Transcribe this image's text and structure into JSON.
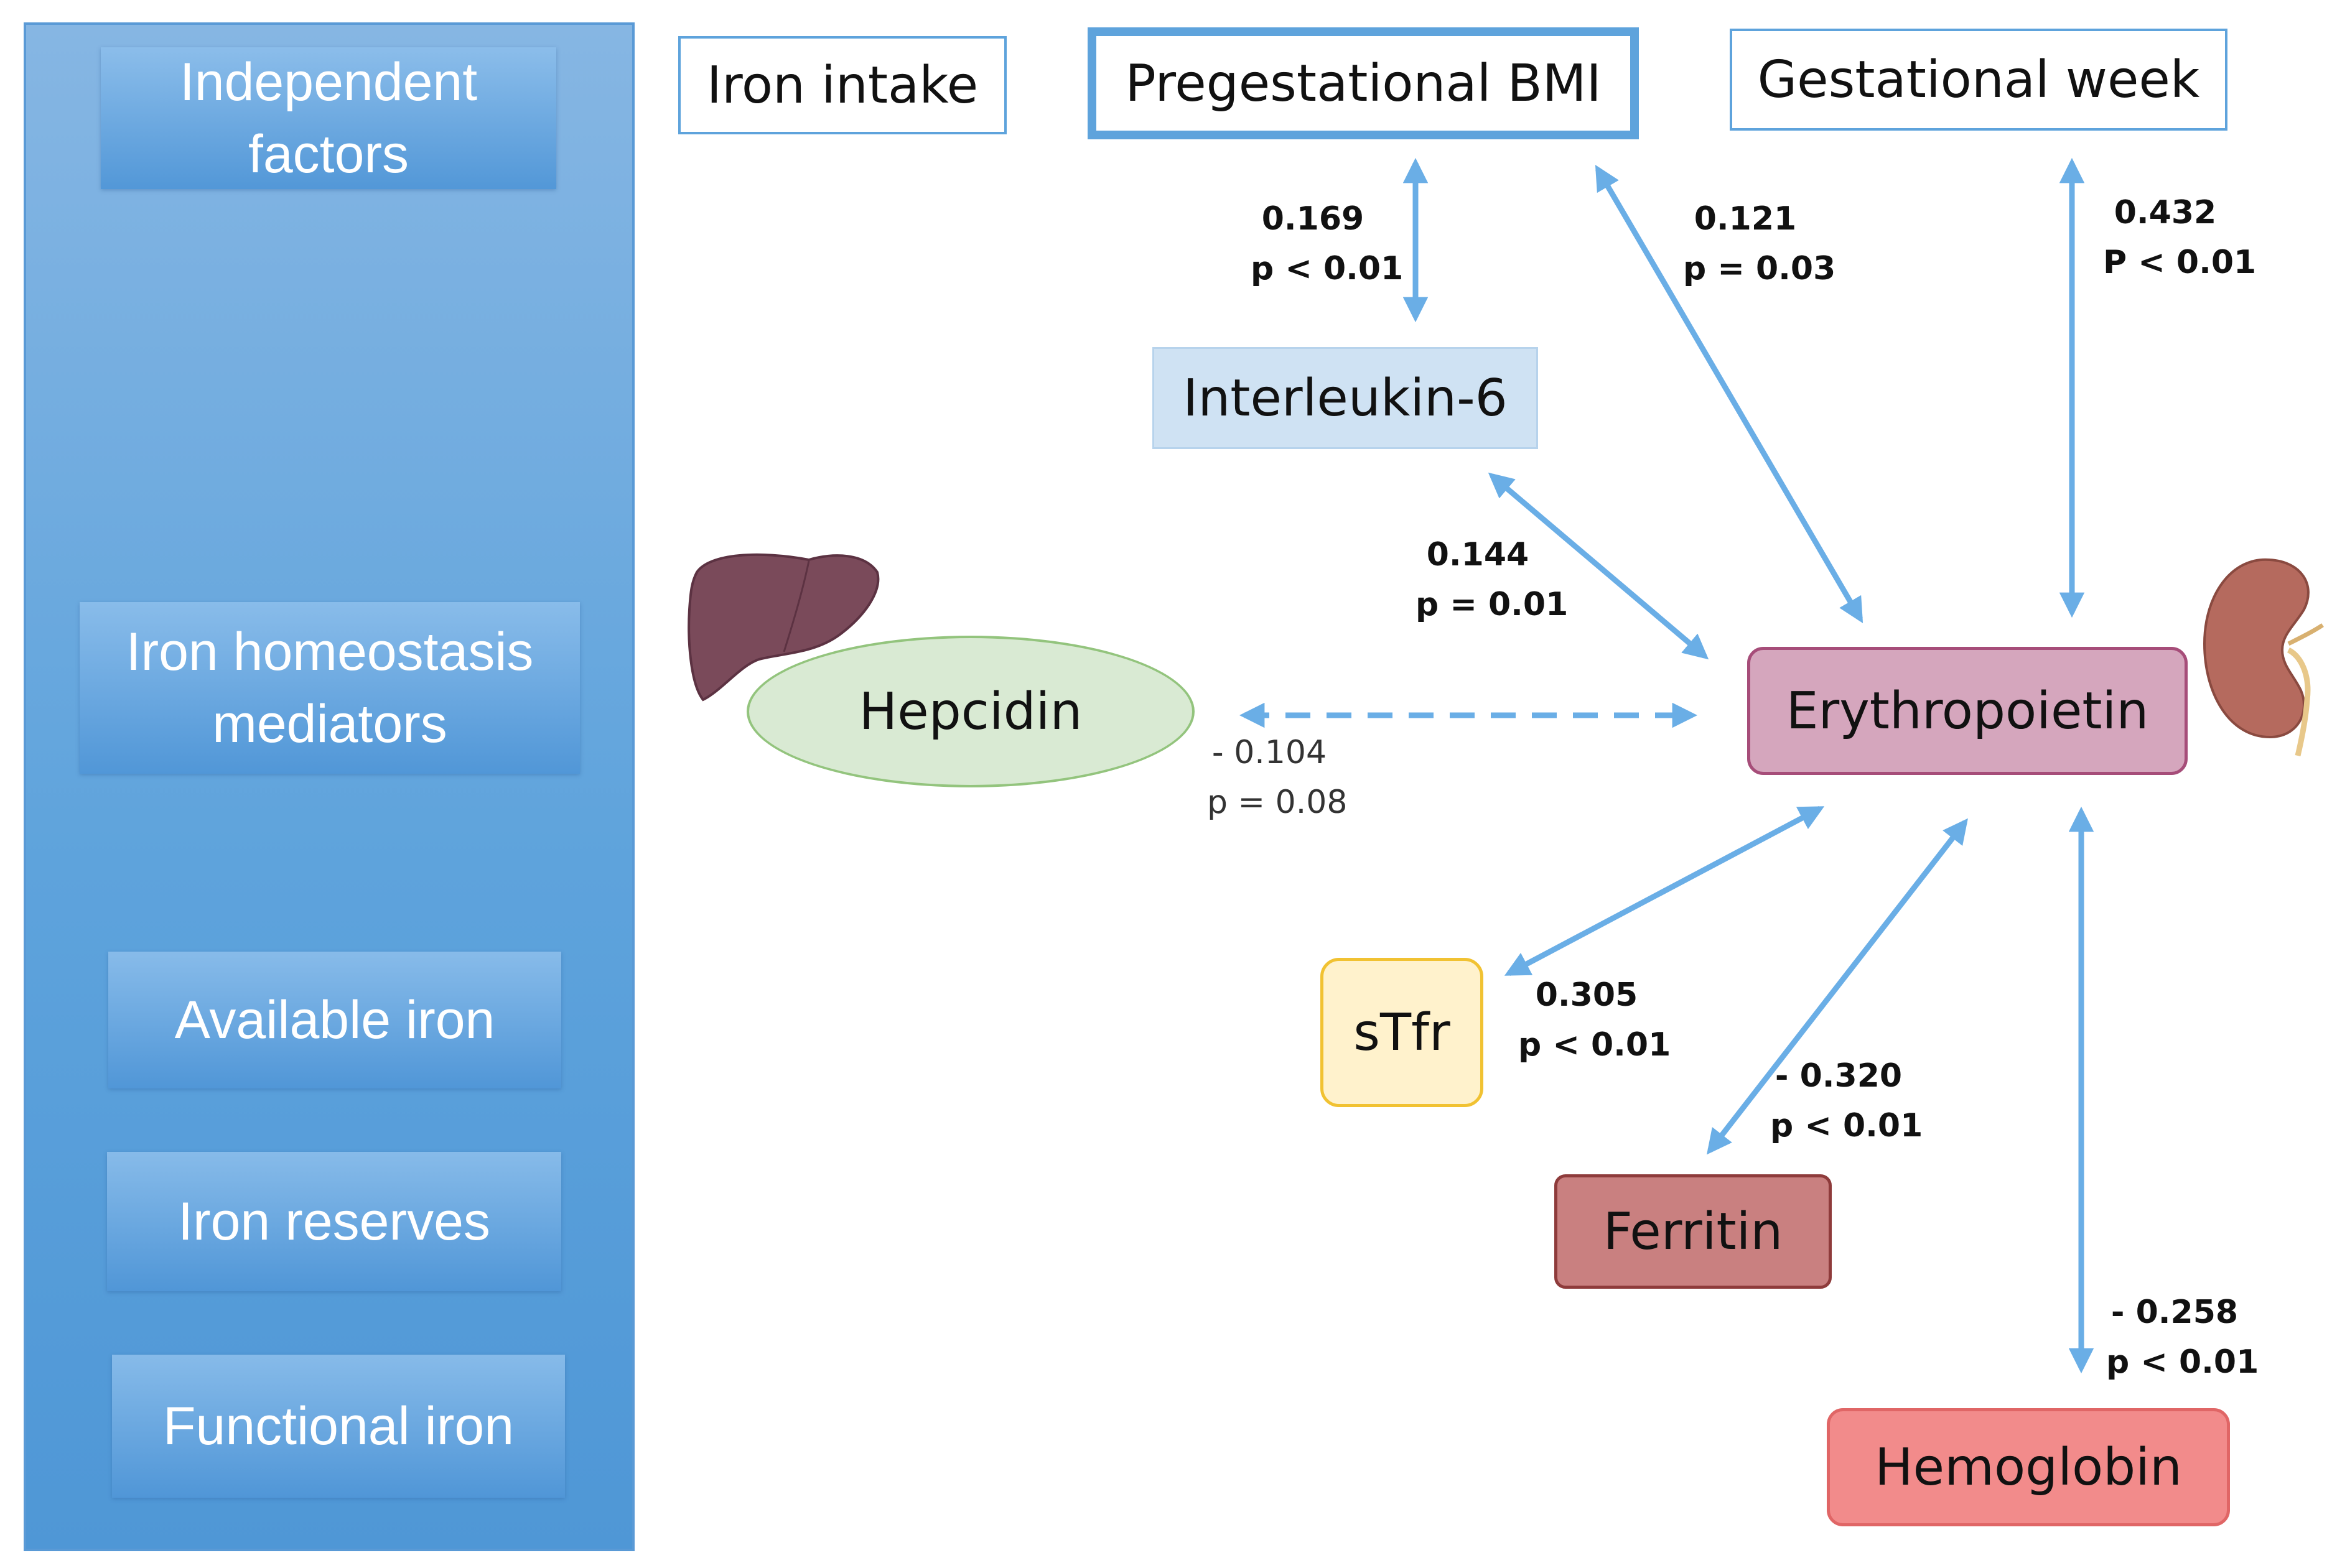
{
  "categories": {
    "independent_factors": "Independent factors",
    "iron_homeostasis_mediators": "Iron homeostasis mediators",
    "available_iron": "Available iron",
    "iron_reserves": "Iron reserves",
    "functional_iron": "Functional iron"
  },
  "nodes": {
    "iron_intake": "Iron intake",
    "pregestational_bmi": "Pregestational BMI",
    "gestational_week": "Gestational week",
    "interleukin_6": "Interleukin-6",
    "hepcidin": "Hepcidin",
    "erythropoietin": "Erythropoietin",
    "stfr": "sTfr",
    "ferritin": "Ferritin",
    "hemoglobin": "Hemoglobin"
  },
  "edges": {
    "bmi_il6": {
      "coef": "0.169",
      "p": "p < 0.01"
    },
    "bmi_epo": {
      "coef": "0.121",
      "p": "p = 0.03"
    },
    "gw_epo": {
      "coef": "0.432",
      "p": "P < 0.01"
    },
    "il6_epo": {
      "coef": "0.144",
      "p": "p = 0.01"
    },
    "hep_epo": {
      "coef": "- 0.104",
      "p": "p = 0.08"
    },
    "stfr_epo": {
      "coef": "0.305",
      "p": "p < 0.01"
    },
    "ferritin_epo": {
      "coef": "- 0.320",
      "p": "p < 0.01"
    },
    "hb_epo": {
      "coef": "- 0.258",
      "p": "p < 0.01"
    }
  },
  "colors": {
    "arrow": "#6aaee6",
    "panel": "#5ea3dc",
    "bmi_border": "#5ea3dc",
    "il6_fill": "#cfe2f3",
    "hepcidin_fill": "#d9ead3",
    "epo_fill": "#d5a6bd",
    "stfr_fill": "#fff2cc",
    "ferritin_fill": "#c98080",
    "hemoglobin_fill": "#f28b8b"
  },
  "icons": [
    "liver-icon",
    "kidney-icon"
  ]
}
